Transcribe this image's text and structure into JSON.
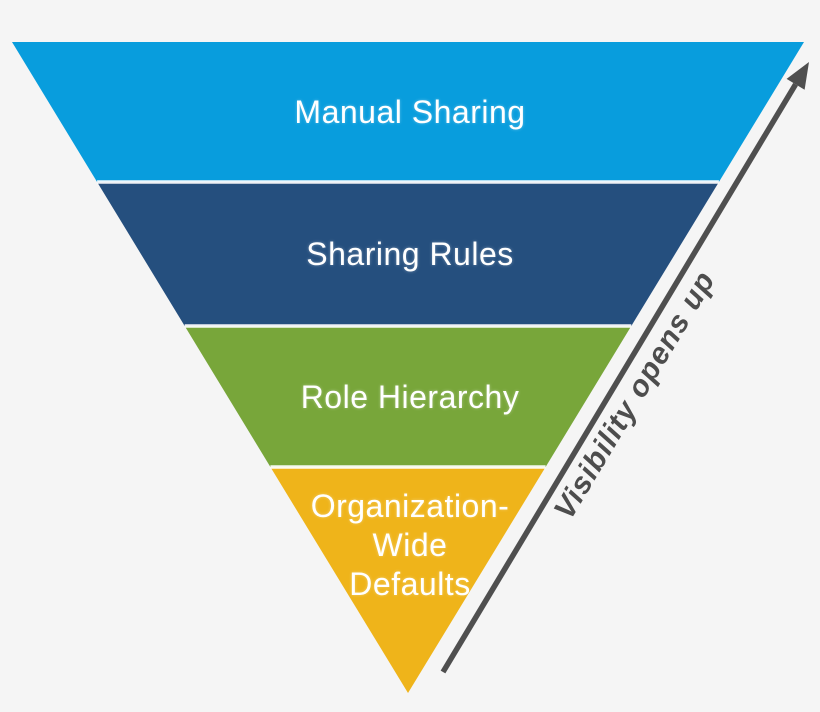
{
  "pyramid": {
    "background": "#f5f5f5",
    "label_text_color": "#ffffff",
    "layers": [
      {
        "label": "Manual Sharing",
        "color": "#089ddd"
      },
      {
        "label": "Sharing Rules",
        "color": "#254f7e"
      },
      {
        "label": "Role Hierarchy",
        "color": "#78a63a"
      },
      {
        "label": "Organization-Wide Defaults",
        "lines": [
          "Organization-",
          "Wide",
          "Defaults"
        ],
        "color": "#efb41a"
      }
    ],
    "arrow": {
      "label": "Visibility opens up",
      "color": "#4f4f4f",
      "label_color": "#4d4d4d"
    }
  }
}
